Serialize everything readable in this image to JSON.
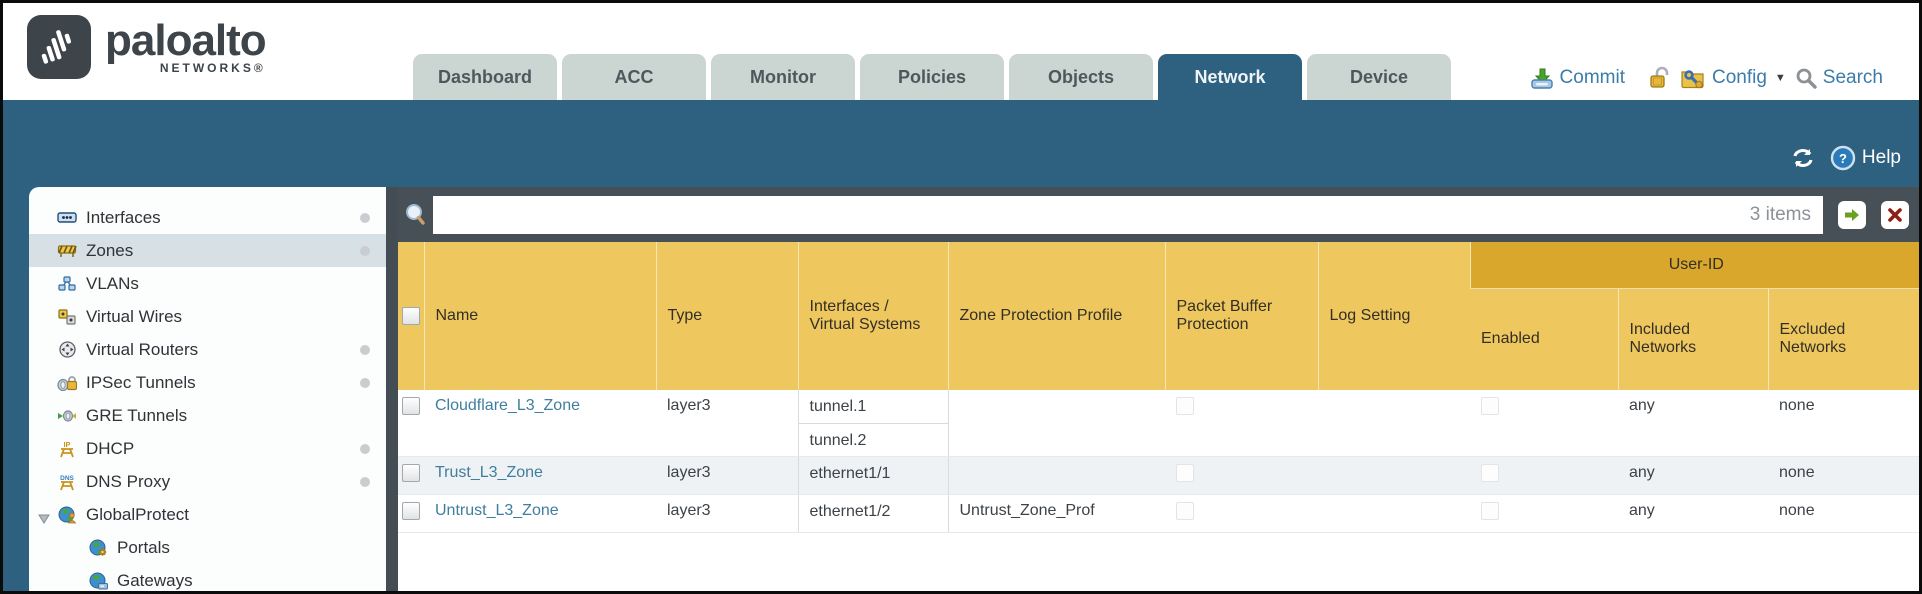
{
  "brand": {
    "name": "paloalto",
    "sub": "NETWORKS®"
  },
  "tabs": [
    {
      "label": "Dashboard"
    },
    {
      "label": "ACC"
    },
    {
      "label": "Monitor"
    },
    {
      "label": "Policies"
    },
    {
      "label": "Objects"
    },
    {
      "label": "Network",
      "active": true
    },
    {
      "label": "Device"
    }
  ],
  "utilities": {
    "commit": "Commit",
    "config": "Config",
    "search": "Search",
    "icons": [
      "commit-icon",
      "unlock-icon",
      "config-icon",
      "chevron-down-icon",
      "search-icon"
    ]
  },
  "band": {
    "help": "Help",
    "icons": [
      "refresh-icon",
      "help-icon"
    ]
  },
  "sidebar": {
    "items": [
      {
        "label": "Interfaces",
        "icon": "interfaces-icon",
        "dot": true
      },
      {
        "label": "Zones",
        "icon": "zones-icon",
        "dot": true,
        "selected": true
      },
      {
        "label": "VLANs",
        "icon": "vlans-icon",
        "dot": false
      },
      {
        "label": "Virtual Wires",
        "icon": "virtual-wires-icon",
        "dot": false
      },
      {
        "label": "Virtual Routers",
        "icon": "virtual-routers-icon",
        "dot": true
      },
      {
        "label": "IPSec Tunnels",
        "icon": "ipsec-tunnels-icon",
        "dot": true
      },
      {
        "label": "GRE Tunnels",
        "icon": "gre-tunnels-icon",
        "dot": false
      },
      {
        "label": "DHCP",
        "icon": "dhcp-icon",
        "dot": true
      },
      {
        "label": "DNS Proxy",
        "icon": "dns-proxy-icon",
        "dot": true
      },
      {
        "label": "GlobalProtect",
        "icon": "globalprotect-icon",
        "dot": false,
        "expanded": true
      },
      {
        "label": "Portals",
        "icon": "portals-icon",
        "child": true
      },
      {
        "label": "Gateways",
        "icon": "gateways-icon",
        "child": true
      }
    ]
  },
  "toolbar": {
    "count": "3 items",
    "icons": [
      "search-icon",
      "apply-filter-icon",
      "clear-filter-icon"
    ]
  },
  "table": {
    "headers": {
      "name": "Name",
      "type": "Type",
      "interfaces": "Interfaces / Virtual Systems",
      "zone_protection": "Zone Protection Profile",
      "packet_buffer": "Packet Buffer Protection",
      "log_setting": "Log Setting",
      "user_id": "User-ID",
      "enabled": "Enabled",
      "included": "Included Networks",
      "excluded": "Excluded Networks"
    },
    "rows": [
      {
        "name": "Cloudflare_L3_Zone",
        "type": "layer3",
        "interfaces": [
          "tunnel.1",
          "tunnel.2"
        ],
        "zone_protection": "",
        "log_setting": "",
        "included": "any",
        "excluded": "none"
      },
      {
        "name": "Trust_L3_Zone",
        "type": "layer3",
        "interfaces": [
          "ethernet1/1"
        ],
        "zone_protection": "",
        "log_setting": "",
        "included": "any",
        "excluded": "none"
      },
      {
        "name": "Untrust_L3_Zone",
        "type": "layer3",
        "interfaces": [
          "ethernet1/2"
        ],
        "zone_protection": "Untrust_Zone_Prof",
        "log_setting": "",
        "included": "any",
        "excluded": "none"
      }
    ]
  },
  "colors": {
    "teal": "#2e617f",
    "slate": "#474f57",
    "gold": "#eec75f",
    "gold_dark": "#d9a72c",
    "link": "#3f7e9e"
  }
}
